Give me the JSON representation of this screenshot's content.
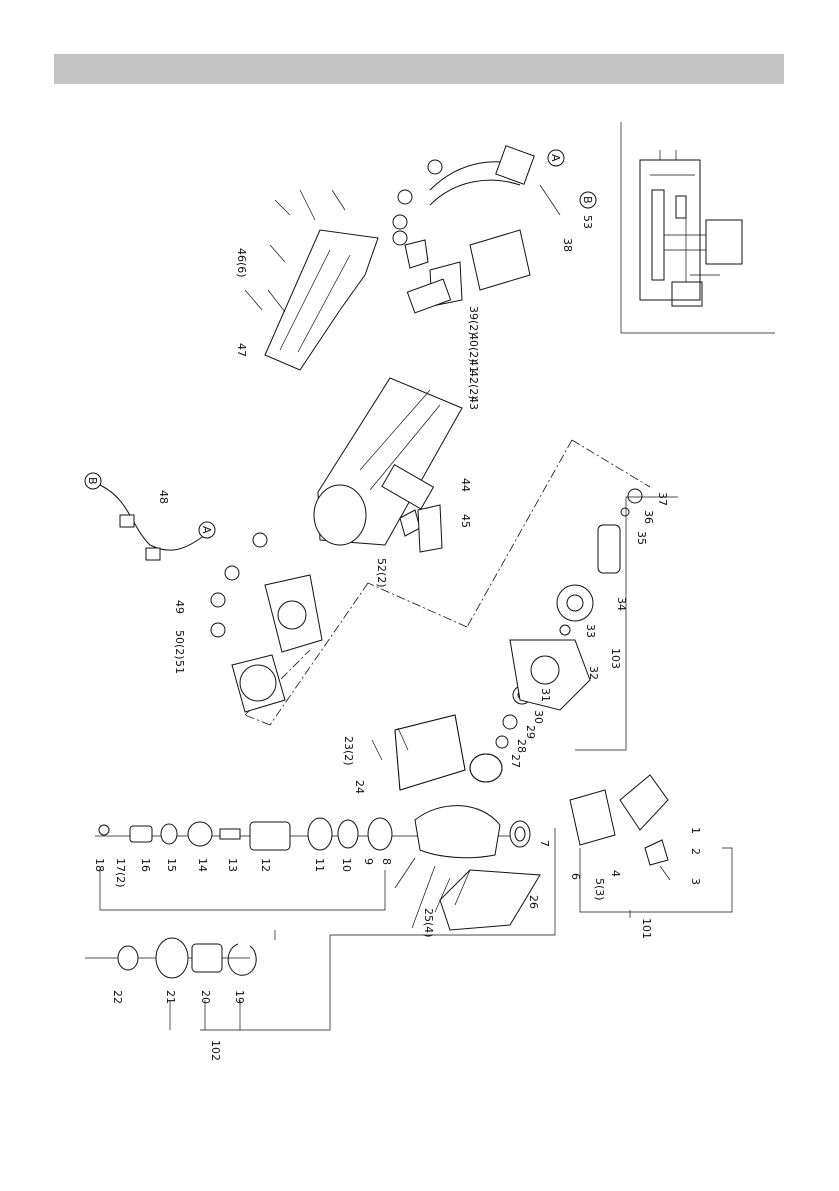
{
  "labels": {
    "p1": "1",
    "p2": "2",
    "p3": "3",
    "p4": "4",
    "p5": "5(3)",
    "p6": "6",
    "p7": "7",
    "p8": "8",
    "p9": "9",
    "p10": "10",
    "p11": "11",
    "p12": "12",
    "p13": "13",
    "p14": "14",
    "p15": "15",
    "p16": "16",
    "p17": "17(2)",
    "p18": "18",
    "p19": "19",
    "p20": "20",
    "p21": "21",
    "p22": "22",
    "p23": "23(2)",
    "p24": "24",
    "p25": "25(4)",
    "p26": "26",
    "p27": "27",
    "p28": "28",
    "p29": "29",
    "p30": "30",
    "p31": "31",
    "p32": "32",
    "p33": "33",
    "p34": "34",
    "p35": "35",
    "p36": "36",
    "p37": "37",
    "p38": "38",
    "p39": "39(2)",
    "p40": "40(2)",
    "p41": "41",
    "p42": "42(2)",
    "p43": "43",
    "p44": "44",
    "p45": "45",
    "p46": "46(6)",
    "p47": "47",
    "p48": "48",
    "p49": "49",
    "p50": "50(2)",
    "p51": "51",
    "p52": "52(2)",
    "p53": "53",
    "p101": "101",
    "p102": "102",
    "p103": "103"
  },
  "connectors": {
    "A1": "A",
    "B1": "B",
    "A2": "A",
    "B2": "B"
  }
}
